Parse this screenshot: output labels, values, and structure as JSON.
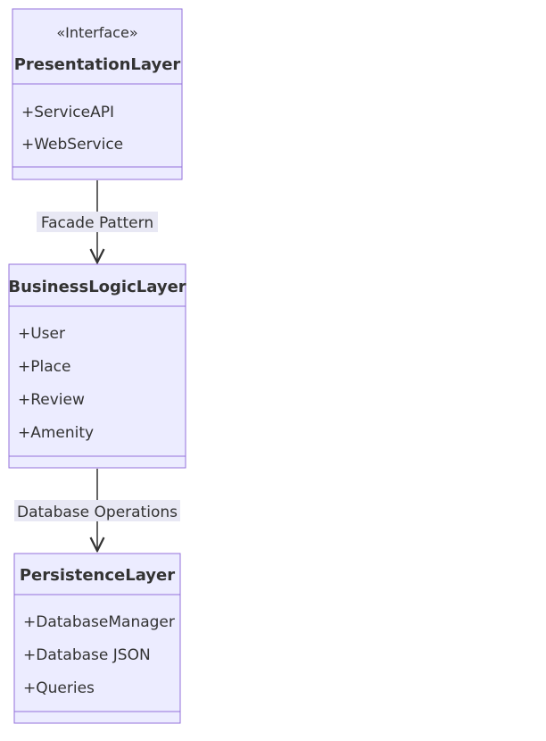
{
  "classes": {
    "presentation": {
      "stereotype": "«Interface»",
      "name": "PresentationLayer",
      "members": [
        "+ServiceAPI",
        "+WebService"
      ]
    },
    "business": {
      "name": "BusinessLogicLayer",
      "members": [
        "+User",
        "+Place",
        "+Review",
        "+Amenity"
      ]
    },
    "persistence": {
      "name": "PersistenceLayer",
      "members": [
        "+DatabaseManager",
        "+Database JSON",
        "+Queries"
      ]
    }
  },
  "relations": {
    "presentation_to_business": "Facade Pattern",
    "business_to_persistence": "Database Operations"
  },
  "colors": {
    "box_fill": "#ECECFF",
    "box_border": "#9370DB",
    "text": "#333333",
    "label_bg": "#E8E8F4"
  }
}
